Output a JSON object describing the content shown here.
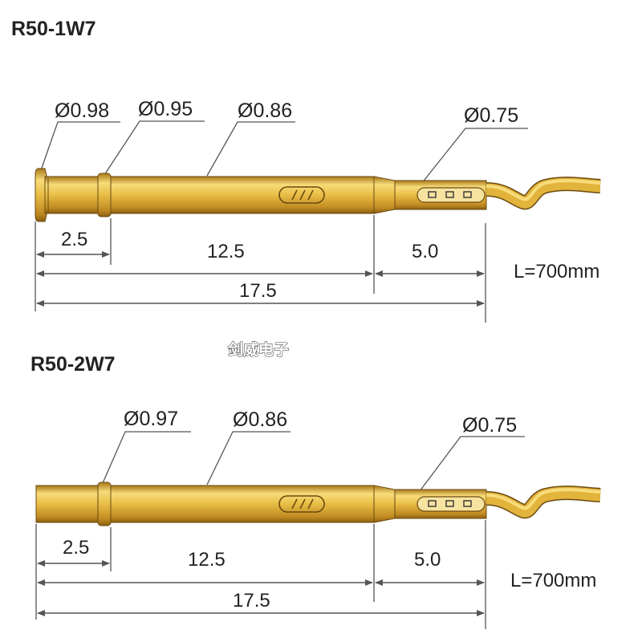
{
  "watermark": "剑威电子",
  "colors": {
    "gold_light": "#f7dc7a",
    "gold_mid": "#e3b43c",
    "gold_dark": "#a8781a",
    "outline": "#6b4a10",
    "line": "#555555"
  },
  "probes": [
    {
      "title": "R50-1W7",
      "diameters": {
        "d1": "Ø0.98",
        "d2": "Ø0.95",
        "d3": "Ø0.86",
        "d4": "Ø0.75"
      },
      "dims": {
        "a": "2.5",
        "b": "12.5",
        "c": "5.0",
        "total": "17.5"
      },
      "length_label": "L=700mm"
    },
    {
      "title": "R50-2W7",
      "diameters": {
        "d2": "Ø0.97",
        "d3": "Ø0.86",
        "d4": "Ø0.75"
      },
      "dims": {
        "a": "2.5",
        "b": "12.5",
        "c": "5.0",
        "total": "17.5"
      },
      "length_label": "L=700mm"
    }
  ]
}
